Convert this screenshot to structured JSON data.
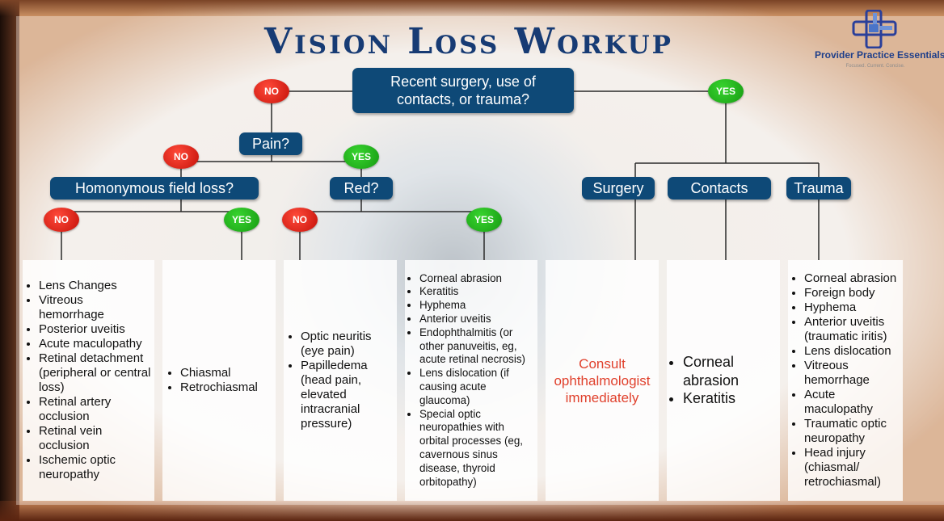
{
  "title": "Vision Loss Workup",
  "logo": {
    "name": "Provider Practice Essentials",
    "tagline": "Focused. Current. Concise."
  },
  "colors": {
    "node": "#0e4977",
    "no": "#e32016",
    "yes": "#23b41b",
    "title": "#173b74",
    "consult": "#e0412d"
  },
  "nodes": {
    "root": "Recent surgery, use of contacts, or trauma?",
    "pain": "Pain?",
    "homonymous": "Homonymous field loss?",
    "red": "Red?",
    "surgery": "Surgery",
    "contacts": "Contacts",
    "trauma": "Trauma"
  },
  "decisions": {
    "root_no": "NO",
    "root_yes": "YES",
    "pain_no": "NO",
    "pain_yes": "YES",
    "homonymous_no": "NO",
    "homonymous_yes": "YES",
    "red_no": "NO",
    "red_yes": "YES"
  },
  "outcomes": {
    "homonymous_no": [
      "Lens Changes",
      "Vitreous hemorrhage",
      "Posterior uveitis",
      "Acute maculopathy",
      "Retinal detachment (peripheral or central loss)",
      "Retinal artery occlusion",
      "Retinal vein occlusion",
      "Ischemic optic neuropathy"
    ],
    "homonymous_yes": [
      "Chiasmal",
      "Retrochiasmal"
    ],
    "red_no": [
      "Optic neuritis (eye pain)",
      "Papilledema (head pain, elevated intracranial pressure)"
    ],
    "red_yes": [
      "Corneal abrasion",
      "Keratitis",
      "Hyphema",
      "Anterior uveitis",
      "Endophthalmitis (or other panuveitis, eg, acute retinal necrosis)",
      "Lens dislocation (if causing acute glaucoma)",
      "Special optic neuropathies with orbital processes (eg, cavernous sinus disease, thyroid orbitopathy)"
    ],
    "surgery": "Consult ophthalmologist immediately",
    "contacts": [
      "Corneal abrasion",
      "Keratitis"
    ],
    "trauma": [
      "Corneal abrasion",
      "Foreign body",
      "Hyphema",
      "Anterior uveitis (traumatic iritis)",
      "Lens dislocation",
      "Vitreous hemorrhage",
      "Acute maculopathy",
      "Traumatic optic neuropathy",
      "Head injury (chiasmal/ retrochiasmal)"
    ]
  }
}
